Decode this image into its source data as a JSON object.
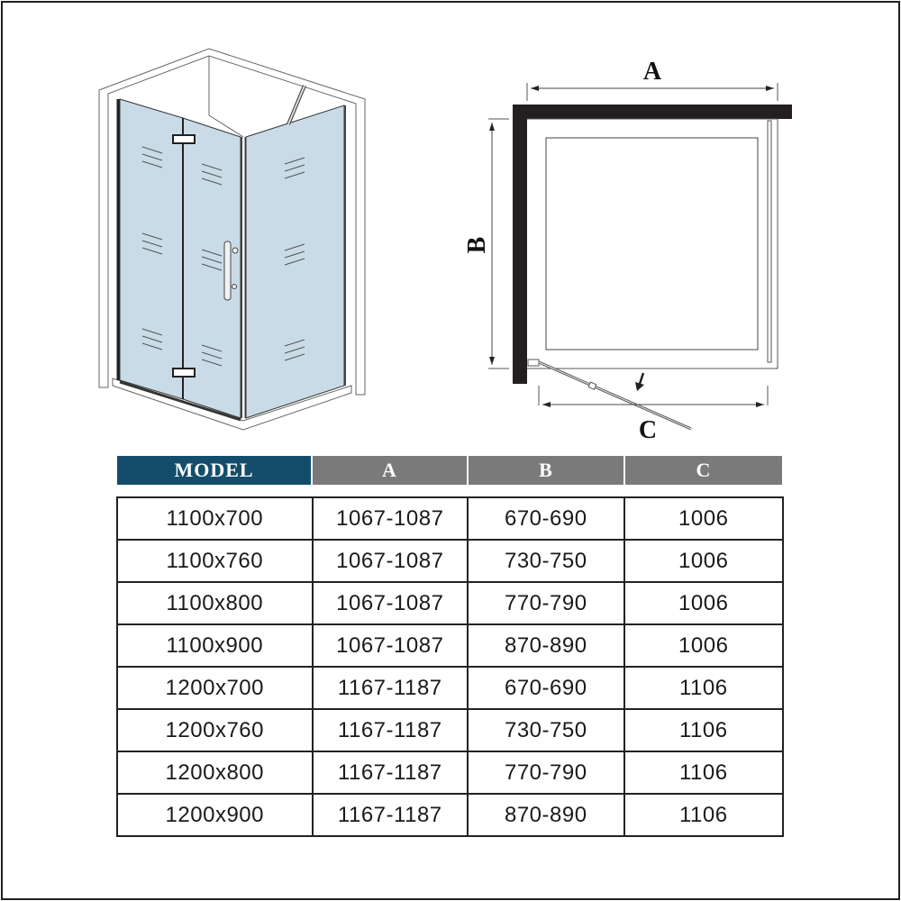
{
  "diagram": {
    "labels": {
      "a": "A",
      "b": "B",
      "c": "C"
    },
    "colors": {
      "glass": "#c9dbe6",
      "wall_solid": "#231f20",
      "line": "#555555"
    }
  },
  "table": {
    "headers": {
      "model": "MODEL",
      "a": "A",
      "b": "B",
      "c": "C"
    },
    "header_colors": {
      "model": "#144d6b",
      "dims": "#7a7a7a"
    },
    "rows": [
      {
        "model": "1100x700",
        "a": "1067-1087",
        "b": "670-690",
        "c": "1006"
      },
      {
        "model": "1100x760",
        "a": "1067-1087",
        "b": "730-750",
        "c": "1006"
      },
      {
        "model": "1100x800",
        "a": "1067-1087",
        "b": "770-790",
        "c": "1006"
      },
      {
        "model": "1100x900",
        "a": "1067-1087",
        "b": "870-890",
        "c": "1006"
      },
      {
        "model": "1200x700",
        "a": "1167-1187",
        "b": "670-690",
        "c": "1106"
      },
      {
        "model": "1200x760",
        "a": "1167-1187",
        "b": "730-750",
        "c": "1106"
      },
      {
        "model": "1200x800",
        "a": "1167-1187",
        "b": "770-790",
        "c": "1106"
      },
      {
        "model": "1200x900",
        "a": "1167-1187",
        "b": "870-890",
        "c": "1106"
      }
    ]
  }
}
